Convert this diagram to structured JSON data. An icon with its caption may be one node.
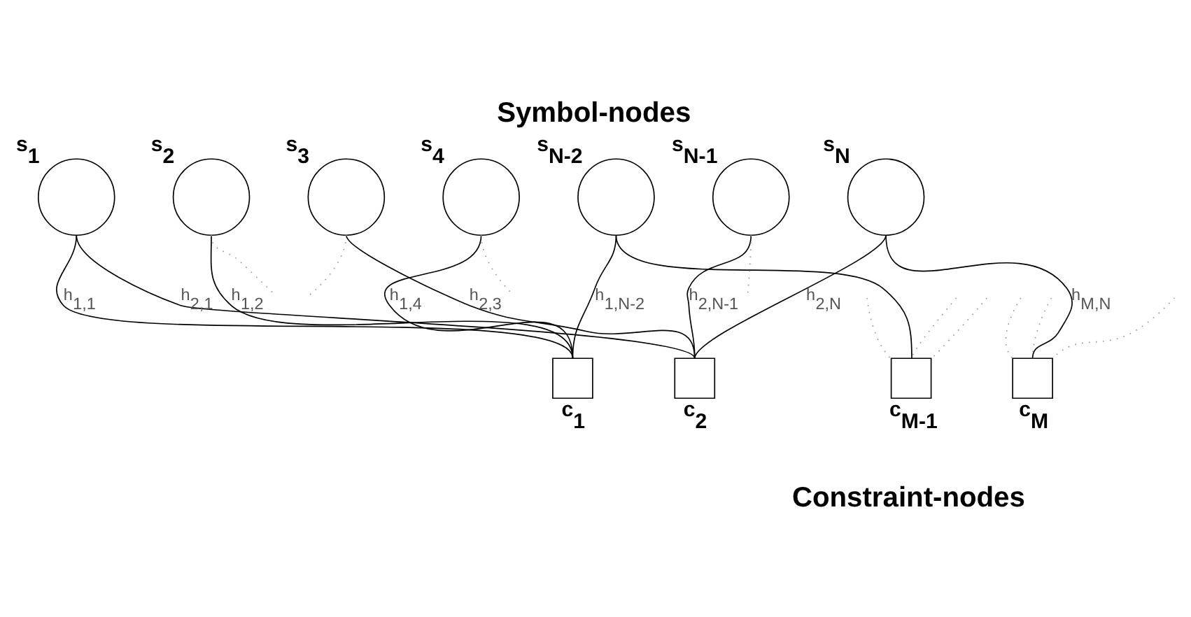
{
  "diagram": {
    "title": "Symbol-nodes",
    "caption": "Constraint-nodes",
    "nodes": [
      {
        "text": [
          "s$_{1}$"
        ]
      },
      {
        "text": [
          "s$_{2}$"
        ]
      },
      {
        "text": [
          "s$_{3}$"
        ]
      },
      {
        "text": [
          "s$_{4}$"
        ]
      },
      {
        "text": [
          "s$_{N-2}$"
        ]
      },
      {
        "text": [
          "s$_{N-1}$"
        ]
      },
      {
        "text": [
          "s$_{N}$"
        ]
      },
      {
        "text": [
          "c$_{1}$"
        ]
      },
      {
        "text": [
          "c$_{2}$"
        ]
      },
      {
        "text": [
          "c$_{M-1}$"
        ]
      },
      {
        "text": [
          "c$_{M}$"
        ]
      }
    ],
    "edges": [
      {
        "from": 0,
        "to": 7,
        "arrow": "none",
        "label": "h$_{1,1}$"
      },
      {
        "from": 0,
        "to": 8,
        "arrow": "none",
        "label": "h$_{2,1}$"
      },
      {
        "from": 1,
        "to": 7,
        "arrow": "none",
        "label": "h$_{1,2}$"
      },
      {
        "from": 2,
        "to": 8,
        "arrow": "none",
        "label": "h$_{2,3}$"
      },
      {
        "from": 3,
        "to": 7,
        "arrow": "none",
        "label": "h$_{1,4}$"
      },
      {
        "from": 4,
        "to": 7,
        "arrow": "none",
        "label": "h$_{1,N-2}$"
      },
      {
        "from": 5,
        "to": 8,
        "arrow": "none",
        "label": "h$_{2,N-1}$"
      },
      {
        "from": 6,
        "to": 8,
        "arrow": "none",
        "label": "h$_{2,N}$"
      },
      {
        "from": 4,
        "to": 9,
        "arrow": "none"
      },
      {
        "from": 6,
        "to": 10,
        "arrow": "none",
        "label": "h$_{M,N}$"
      },
      {
        "from": 1,
        "to": null,
        "arrow": "none",
        "style": "dashed",
        "color": "#999999"
      },
      {
        "from": 2,
        "to": null,
        "arrow": "none",
        "style": "dashed",
        "color": "#999999"
      },
      {
        "from": 3,
        "to": null,
        "arrow": "none",
        "style": "dashed",
        "color": "#999999"
      },
      {
        "from": 5,
        "to": null,
        "arrow": "none",
        "style": "dashed",
        "color": "#999999"
      },
      {
        "from": null,
        "to": 9,
        "arrow": "none",
        "style": "dashed",
        "color": "#999999"
      },
      {
        "from": null,
        "to": 9,
        "arrow": "none",
        "style": "dashed",
        "color": "#999999"
      },
      {
        "from": null,
        "to": 9,
        "arrow": "none",
        "style": "dashed",
        "color": "#999999"
      },
      {
        "from": null,
        "to": 10,
        "arrow": "none",
        "style": "dashed",
        "color": "#999999"
      },
      {
        "from": null,
        "to": 10,
        "arrow": "none",
        "style": "dashed",
        "color": "#999999"
      },
      {
        "from": null,
        "to": 10,
        "arrow": "none",
        "style": "dashed",
        "color": "#999999"
      }
    ]
  }
}
